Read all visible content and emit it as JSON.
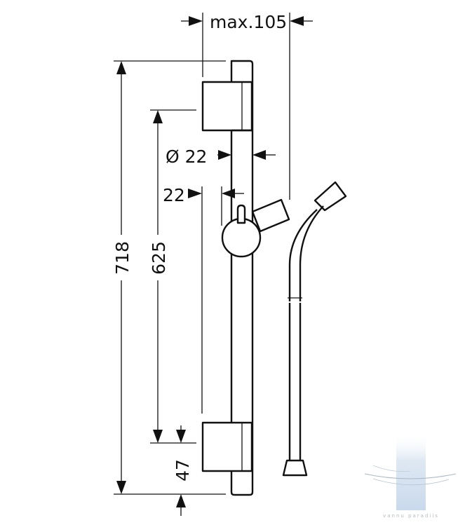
{
  "diagram": {
    "dimensions": {
      "max_width": "max.105",
      "rail_diameter": "Ø 22",
      "offset": "22",
      "total_height": "718",
      "bracket_spacing": "625",
      "bottom_offset": "47"
    },
    "watermark": {
      "text": "vannu paradiis"
    }
  }
}
